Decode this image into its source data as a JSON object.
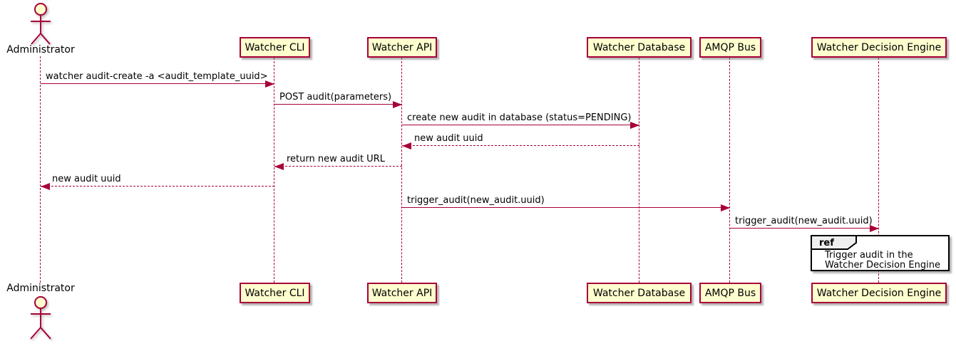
{
  "colors": {
    "participant_fill": "#FEFECE",
    "participant_border": "#A80036",
    "arrow": "#A80036",
    "lifeline": "#A80036",
    "text": "#000000",
    "ref_frame_border": "#000000",
    "ref_tab_fill": "#EEEEEE"
  },
  "actor": {
    "name": "Administrator"
  },
  "participants": [
    {
      "name": "Watcher CLI"
    },
    {
      "name": "Watcher API"
    },
    {
      "name": "Watcher Database"
    },
    {
      "name": "AMQP Bus"
    },
    {
      "name": "Watcher Decision Engine"
    }
  ],
  "messages": [
    {
      "from": "Administrator",
      "to": "Watcher CLI",
      "text": "watcher audit-create -a <audit_template_uuid>",
      "line_style": "solid",
      "direction": "right"
    },
    {
      "from": "Watcher CLI",
      "to": "Watcher API",
      "text": "POST audit(parameters)",
      "line_style": "solid",
      "direction": "right"
    },
    {
      "from": "Watcher API",
      "to": "Watcher Database",
      "text": "create new audit in database (status=PENDING)",
      "line_style": "solid",
      "direction": "right"
    },
    {
      "from": "Watcher Database",
      "to": "Watcher API",
      "text": "new audit uuid",
      "line_style": "dashed",
      "direction": "left"
    },
    {
      "from": "Watcher API",
      "to": "Watcher CLI",
      "text": "return new audit URL",
      "line_style": "dashed",
      "direction": "left"
    },
    {
      "from": "Watcher CLI",
      "to": "Administrator",
      "text": "new audit uuid",
      "line_style": "dashed",
      "direction": "left"
    },
    {
      "from": "Watcher API",
      "to": "AMQP Bus",
      "text": "trigger_audit(new_audit.uuid)",
      "line_style": "solid",
      "direction": "right"
    },
    {
      "from": "AMQP Bus",
      "to": "Watcher Decision Engine",
      "text": "trigger_audit(new_audit.uuid)",
      "line_style": "solid",
      "direction": "right"
    }
  ],
  "ref_frame": {
    "tab_label": "ref",
    "text_lines": [
      "Trigger audit in the",
      "Watcher Decision Engine"
    ]
  }
}
